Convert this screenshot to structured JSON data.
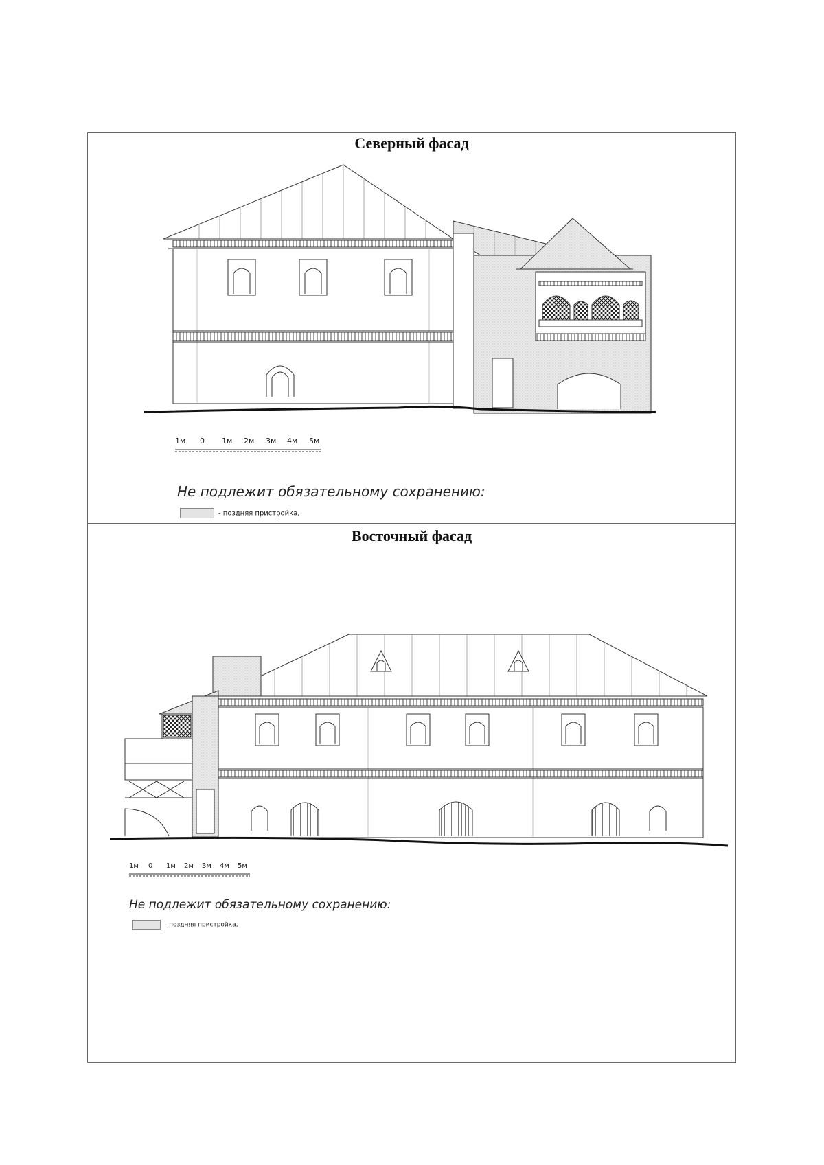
{
  "north": {
    "title": "Северный фасад",
    "scale_labels": [
      "1м",
      "0",
      "1м",
      "2м",
      "3м",
      "4м",
      "5м"
    ],
    "note": "Не подлежит обязательному сохранению:",
    "legend_text": "- поздняя пристройка,"
  },
  "east": {
    "title": "Восточный фасад",
    "scale_labels": [
      "1м",
      "0",
      "1м",
      "2м",
      "3м",
      "4м",
      "5м"
    ],
    "note": "Не подлежит обязательному сохранению:",
    "legend_text": "- поздняя пристройка,"
  },
  "colors": {
    "line": "#333333",
    "late_addition_fill": "#e4e4e4"
  }
}
